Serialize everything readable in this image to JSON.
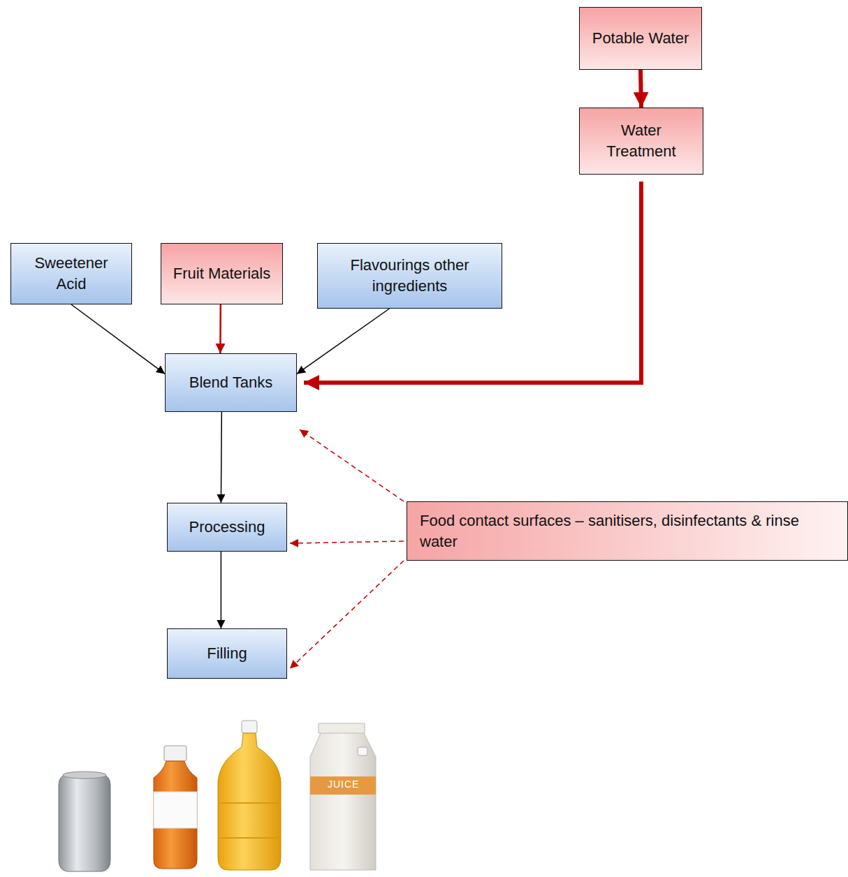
{
  "diagram": {
    "nodes": [
      {
        "text": [
          "Potable Water"
        ]
      },
      {
        "text": [
          "Water Treatment"
        ]
      },
      {
        "text": [
          "Sweetener Acid"
        ]
      },
      {
        "text": [
          "Fruit Materials"
        ]
      },
      {
        "text": [
          "Flavourings other ingredients"
        ]
      },
      {
        "text": [
          "Blend Tanks"
        ]
      },
      {
        "text": [
          "Processing"
        ]
      },
      {
        "text": [
          "Filling"
        ]
      },
      {
        "text": [
          "Food contact surfaces – sanitisers, disinfectants & rinse water"
        ]
      }
    ],
    "edges": [
      {
        "from": 0,
        "to": 1,
        "arrow": "to"
      },
      {
        "from": 1,
        "to": 5,
        "arrow": "to"
      },
      {
        "from": 2,
        "to": 5,
        "arrow": "to"
      },
      {
        "from": 3,
        "to": 5,
        "arrow": "to"
      },
      {
        "from": 4,
        "to": 5,
        "arrow": "to"
      },
      {
        "from": 5,
        "to": 6,
        "arrow": "to"
      },
      {
        "from": 6,
        "to": 7,
        "arrow": "to"
      },
      {
        "from": 8,
        "to": 5,
        "arrow": "to"
      },
      {
        "from": 8,
        "to": 6,
        "arrow": "to"
      },
      {
        "from": 8,
        "to": 7,
        "arrow": "to"
      }
    ],
    "labels": [
      "JUICE"
    ]
  }
}
